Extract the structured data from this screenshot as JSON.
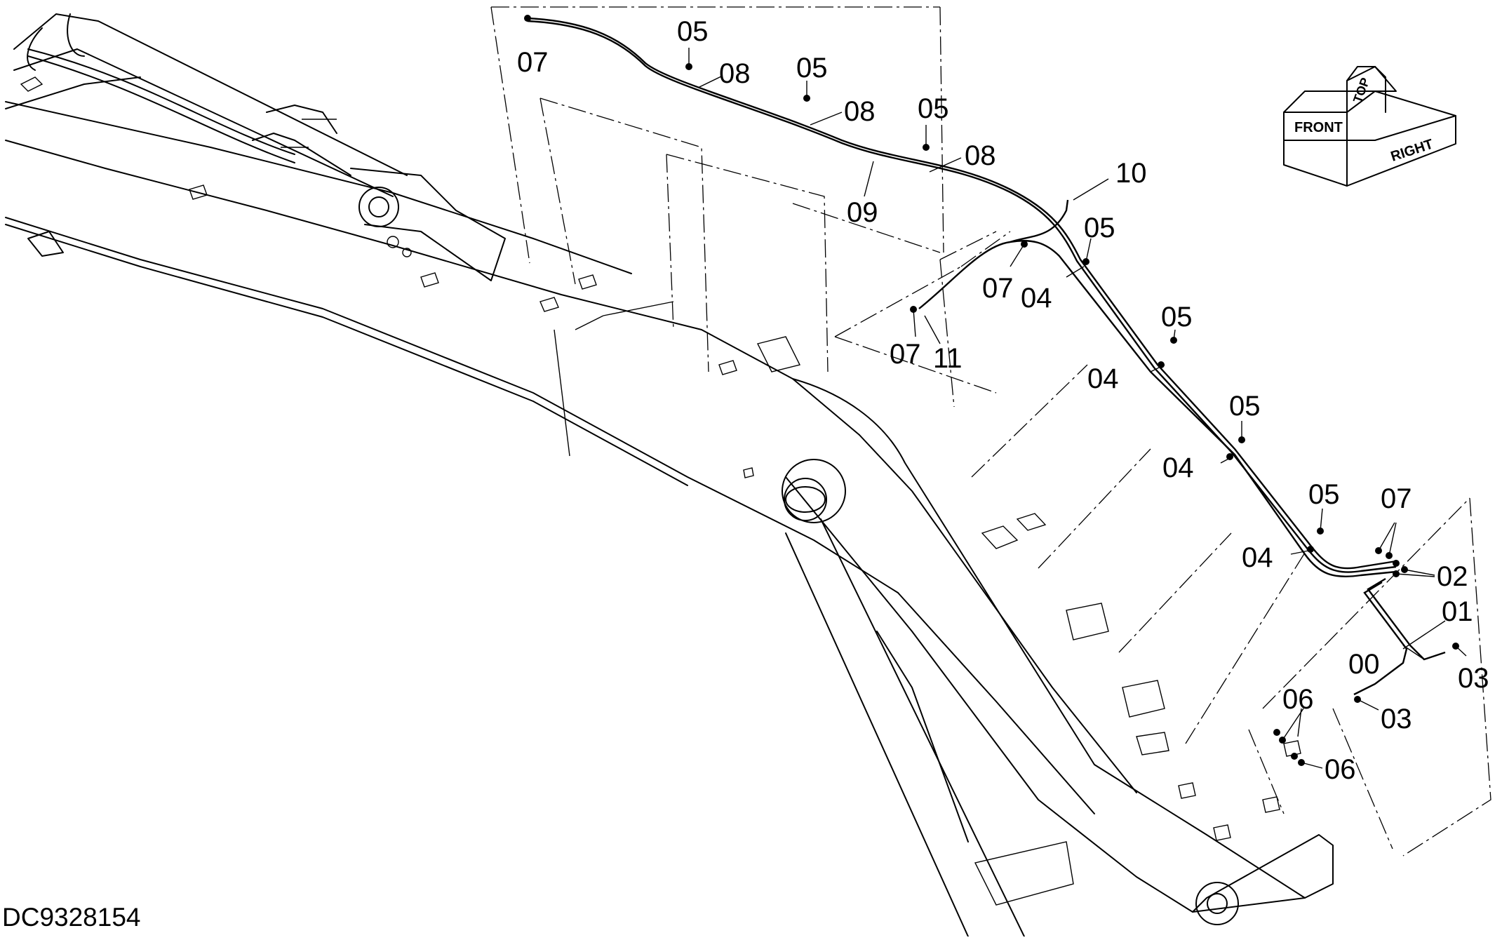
{
  "drawing_id": "DC9328154",
  "callouts": [
    {
      "id": "c-05-a",
      "text": "05"
    },
    {
      "id": "c-07-a",
      "text": "07"
    },
    {
      "id": "c-08-a",
      "text": "08"
    },
    {
      "id": "c-05-b",
      "text": "05"
    },
    {
      "id": "c-08-b",
      "text": "08"
    },
    {
      "id": "c-05-c",
      "text": "05"
    },
    {
      "id": "c-08-c",
      "text": "08"
    },
    {
      "id": "c-09",
      "text": "09"
    },
    {
      "id": "c-10",
      "text": "10"
    },
    {
      "id": "c-05-d",
      "text": "05"
    },
    {
      "id": "c-07-b",
      "text": "07"
    },
    {
      "id": "c-04-a",
      "text": "04"
    },
    {
      "id": "c-07-c",
      "text": "07"
    },
    {
      "id": "c-11",
      "text": "11"
    },
    {
      "id": "c-05-e",
      "text": "05"
    },
    {
      "id": "c-04-b",
      "text": "04"
    },
    {
      "id": "c-05-f",
      "text": "05"
    },
    {
      "id": "c-04-c",
      "text": "04"
    },
    {
      "id": "c-05-g",
      "text": "05"
    },
    {
      "id": "c-07-d",
      "text": "07"
    },
    {
      "id": "c-04-d",
      "text": "04"
    },
    {
      "id": "c-02",
      "text": "02"
    },
    {
      "id": "c-01",
      "text": "01"
    },
    {
      "id": "c-00",
      "text": "00"
    },
    {
      "id": "c-03-a",
      "text": "03"
    },
    {
      "id": "c-03-b",
      "text": "03"
    },
    {
      "id": "c-06-a",
      "text": "06"
    },
    {
      "id": "c-06-b",
      "text": "06"
    }
  ],
  "orientation": {
    "top": "TOP",
    "front": "FRONT",
    "right": "RIGHT"
  }
}
